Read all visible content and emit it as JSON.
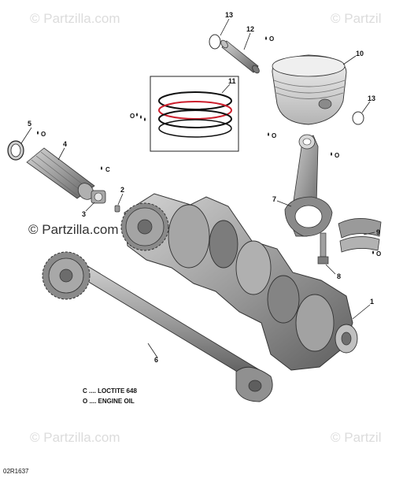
{
  "watermarks": {
    "top_left": "© Partzilla.com",
    "top_right": "© Partzil",
    "center": "© Partzilla.com",
    "bottom_left": "© Partzilla.com",
    "bottom_right": "© Partzil"
  },
  "callouts": {
    "p1": "1",
    "p2": "2",
    "p3": "3",
    "p4": "4",
    "p5": "5",
    "p6": "6",
    "p7": "7",
    "p8": "8",
    "p9": "9",
    "p10": "10",
    "p11": "11",
    "p12": "12",
    "p13a": "13",
    "p13b": "13"
  },
  "symbols": {
    "oil": "O",
    "loctite": "C"
  },
  "legend": {
    "line1": "C .... LOCTITE 648",
    "line2": "O .... ENGINE OIL"
  },
  "figure_ref": "02R1637",
  "colors": {
    "part_fill": "#9a9a9a",
    "part_dark": "#6e6e6e",
    "part_light": "#c8c8c8",
    "ring_red": "#cc1e2c",
    "ring_black": "#111111"
  }
}
